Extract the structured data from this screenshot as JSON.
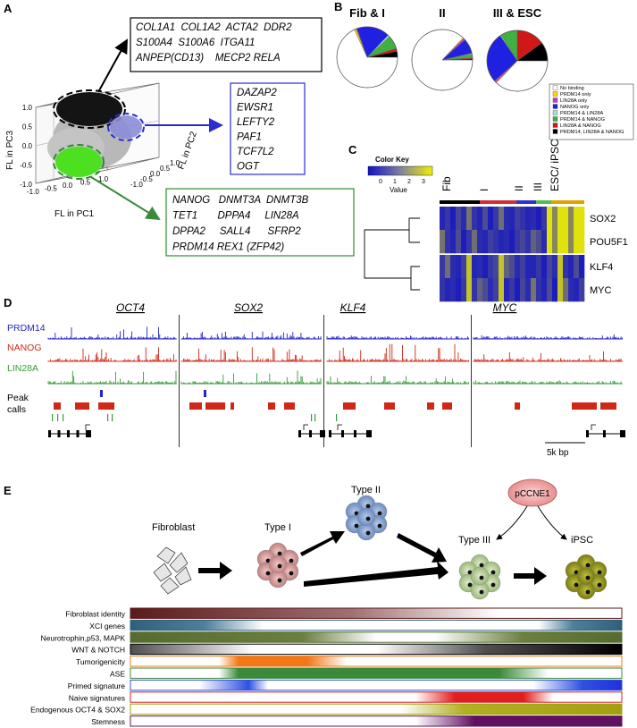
{
  "panels": {
    "a": "A",
    "b": "B",
    "c": "C",
    "d": "D",
    "e": "E"
  },
  "panel_a": {
    "axis_pc1": "FL in PC1",
    "axis_pc2": "FL in PC2",
    "axis_pc3": "FL in PC3",
    "ticks_pc3": [
      "1.0",
      "0.5",
      "0.0",
      "-0.5",
      "-1.0"
    ],
    "ticks_pc1": [
      "-1.0",
      "-0.5",
      "0.0",
      "0.5",
      "1.0"
    ],
    "ticks_pc2": [
      "1.0",
      "0.5",
      "0.0",
      "-0.5",
      "-1.0"
    ],
    "boxes": [
      {
        "color": "#000000",
        "genes": [
          "COL1A1  COL1A2  ACTA2  DDR2",
          "S100A4  S100A6  ITGA11",
          "ANPEP(CD13)    MECP2 RELA"
        ]
      },
      {
        "color": "#2b2bd0",
        "genes": [
          "DAZAP2",
          "EWSR1",
          "LEFTY2",
          "PAF1",
          "TCF7L2",
          "OGT"
        ]
      },
      {
        "color": "#2e8b2e",
        "genes": [
          "NANOG   DNMT3A  DNMT3B",
          "TET1       DPPA4     LIN28A",
          "DPPA2     SALL4      SFRP2",
          "PRDM14 REX1 (ZFP42)"
        ]
      }
    ]
  },
  "panel_b": {
    "pies": [
      {
        "title": "Fib & I",
        "values": [
          0.66,
          0.01,
          0.005,
          0.17,
          0.01,
          0.07,
          0.015,
          0.03
        ]
      },
      {
        "title": "II",
        "values": [
          0.87,
          0.005,
          0.01,
          0.08,
          0.005,
          0.02,
          0.005,
          0.005
        ]
      },
      {
        "title": "III & ESC",
        "values": [
          0.37,
          0.005,
          0.01,
          0.27,
          0.005,
          0.09,
          0.15,
          0.1
        ]
      }
    ],
    "legend": [
      "No binding",
      "PRDM14 only",
      "LIN28A only",
      "NANOG only",
      "PRDM14 & LIN28A",
      "PRDM14 & NANOG",
      "LIN28A & NANOG",
      "PRDM14, LIN28A & NANOG"
    ],
    "colors": [
      "#ffffff",
      "#ffd700",
      "#c040c0",
      "#2020e0",
      "#a0e0e0",
      "#40b040",
      "#d01818",
      "#000000"
    ]
  },
  "panel_c": {
    "color_key_title": "Color Key",
    "color_key_ticks": [
      "0",
      "1",
      "2",
      "3"
    ],
    "color_key_label": "Value",
    "column_groups": [
      {
        "label": "Fib",
        "color": "#000000"
      },
      {
        "label": "I",
        "color": "#d03030"
      },
      {
        "label": "II",
        "color": "#3030d0"
      },
      {
        "label": "III",
        "color": "#50c050"
      },
      {
        "label": "ESC/ iPSC",
        "color": "#e0a000"
      }
    ],
    "rows": [
      "SOX2",
      "POU5F1",
      "KLF4",
      "MYC"
    ]
  },
  "panel_d": {
    "loci": [
      "OCT4",
      "SOX2",
      "KLF4",
      "MYC"
    ],
    "tracks": [
      {
        "label": "PRDM14",
        "color": "#2424c8"
      },
      {
        "label": "NANOG",
        "color": "#d02818"
      },
      {
        "label": "LIN28A",
        "color": "#3a9a3a"
      }
    ],
    "peak_label_1": "Peak",
    "peak_label_2": "calls",
    "scale_label": "5k bp"
  },
  "panel_e": {
    "cells": [
      "Fibroblast",
      "Type I",
      "Type II",
      "Type III",
      "iPSC"
    ],
    "pccne1": "pCCNE1",
    "bars": [
      {
        "label": "Fibroblast identity"
      },
      {
        "label": "XCI genes"
      },
      {
        "label": "Neurotrophin,p53, MAPK"
      },
      {
        "label": "WNT & NOTCH"
      },
      {
        "label": "Tumorigenicity"
      },
      {
        "label": "ASE"
      },
      {
        "label": "Primed signature"
      },
      {
        "label": "Naive signatures"
      },
      {
        "label": "Endogenous OCT4 & SOX2"
      },
      {
        "label": "Stemness"
      }
    ]
  }
}
